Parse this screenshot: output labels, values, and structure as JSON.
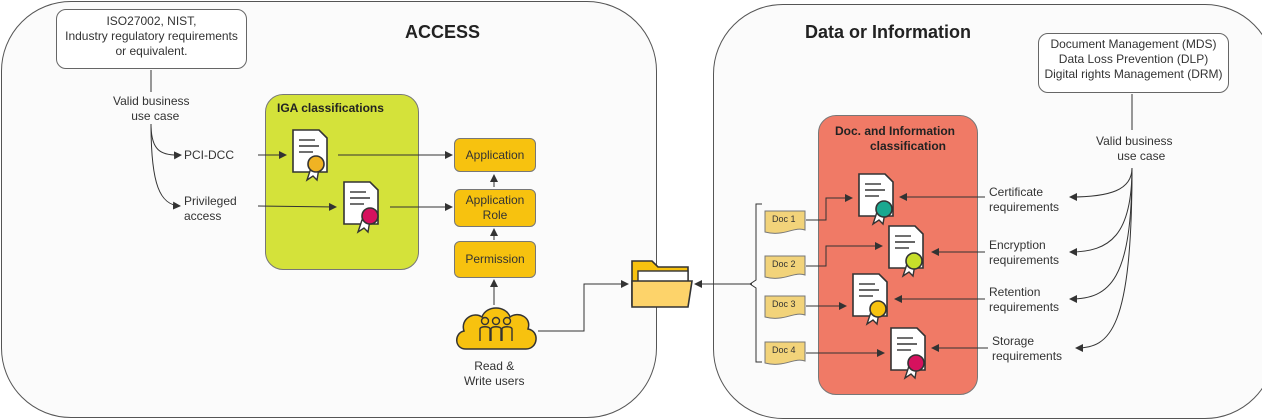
{
  "access": {
    "title": "ACCESS",
    "standards": [
      "ISO27002, NIST,",
      "Industry regulatory requirements",
      "or equivalent."
    ],
    "business_case": [
      "Valid business",
      "use case"
    ],
    "pci": "PCI-DCC",
    "privileged": [
      "Privileged",
      "access"
    ],
    "iga_title": "IGA classifications",
    "application": "Application",
    "application_role": [
      "Application",
      "Role"
    ],
    "permission": "Permission",
    "users": [
      "Read &",
      "Write users"
    ]
  },
  "data": {
    "title": "Data or Information",
    "systems": [
      "Document Management (MDS)",
      "Data Loss Prevention (DLP)",
      "Digital rights Management (DRM)"
    ],
    "business_case": [
      "Valid business",
      "use case"
    ],
    "classification_title": [
      "Doc. and Information",
      "classification"
    ],
    "docs": [
      "Doc 1",
      "Doc 2",
      "Doc 3",
      "Doc 4"
    ],
    "requirements": [
      [
        "Certificate",
        "requirements"
      ],
      [
        "Encryption",
        "requirements"
      ],
      [
        "Retention",
        "requirements"
      ],
      [
        "Storage",
        "requirements"
      ]
    ]
  },
  "colors": {
    "iga_green": "#d4e23a",
    "classification_red": "#f07a66",
    "gold_box": "#f7c20f",
    "badge_colors": [
      "#f0b323",
      "#d6115e",
      "#1aa890",
      "#c7de2a",
      "#f7c20f",
      "#d6115e"
    ]
  },
  "icons": [
    "certificate-icon",
    "folder-icon",
    "cloud-users-icon",
    "doc-icon"
  ]
}
